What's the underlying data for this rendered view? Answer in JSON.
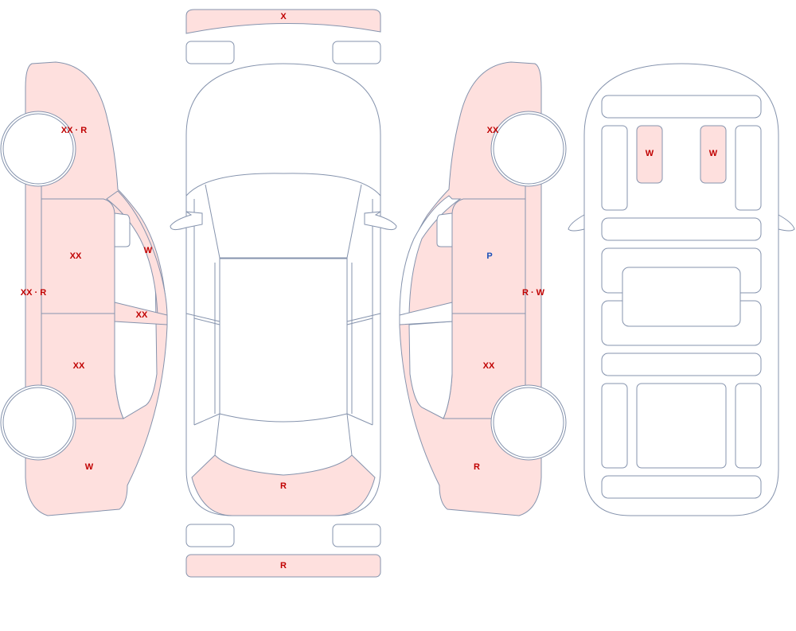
{
  "colors": {
    "damage_fill": "#fee0de",
    "outline": "#8593ad",
    "label_red": "#c00000",
    "label_blue": "#1a4fb8"
  },
  "labels": {
    "front_bumper": "X",
    "rear_bumper": "R",
    "rear_trunk": "R",
    "left_front_fender": "XX · R",
    "left_front_door": "XX",
    "left_a_pillar": "W",
    "left_rocker": "XX · R",
    "left_mirror_glass": "XX",
    "left_rear_door": "XX",
    "left_rear_quarter": "W",
    "right_rear_quarter_top": "XX",
    "right_rear_door": "P",
    "right_rocker": "R · W",
    "right_front_door": "XX",
    "right_front_fender": "R",
    "interior_seat_left": "W",
    "interior_seat_right": "W"
  }
}
